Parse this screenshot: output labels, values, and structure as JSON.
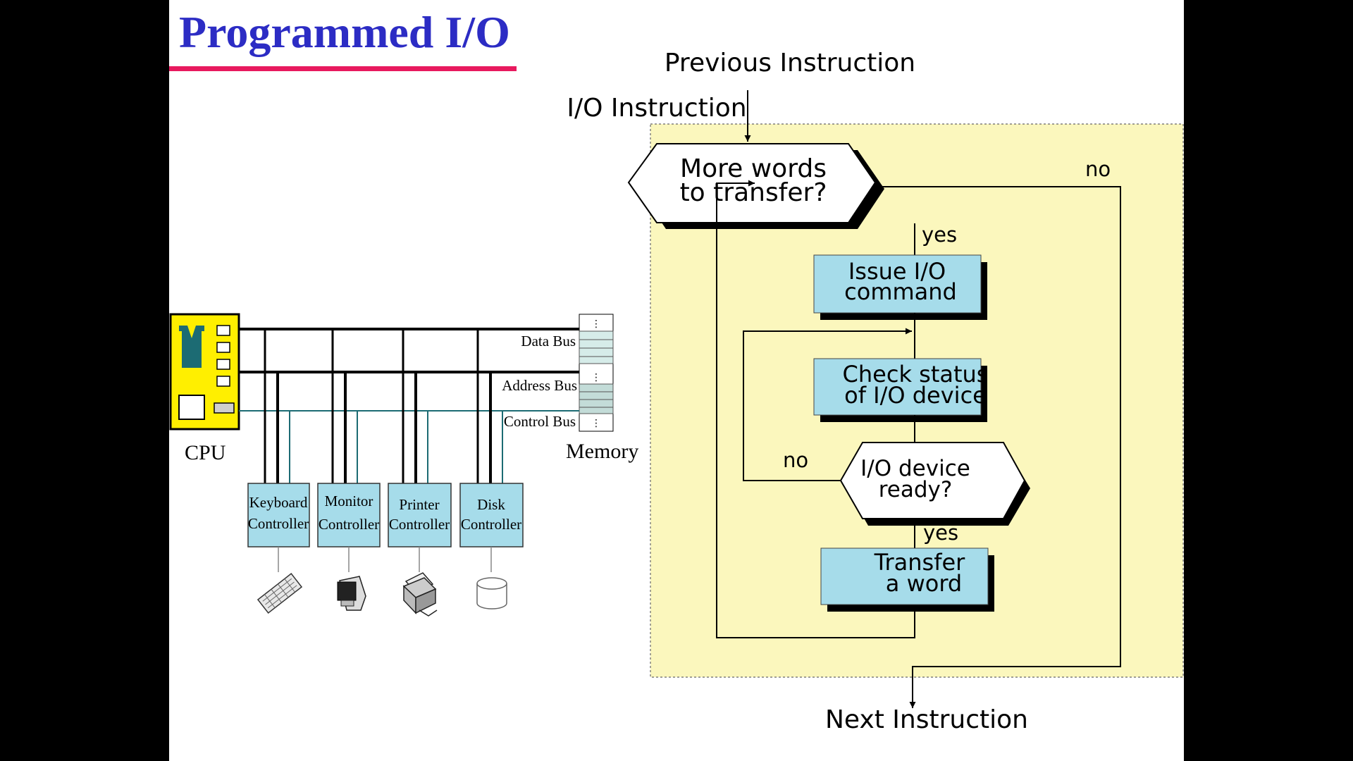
{
  "slide": {
    "title": "Programmed I/O"
  },
  "bus_diagram": {
    "cpu_label": "CPU",
    "memory_label": "Memory",
    "buses": {
      "data": "Data Bus",
      "address": "Address Bus",
      "control": "Control Bus"
    },
    "controllers": [
      {
        "line1": "Keyboard",
        "line2": "Controller"
      },
      {
        "line1": "Monitor",
        "line2": "Controller"
      },
      {
        "line1": "Printer",
        "line2": "Controller"
      },
      {
        "line1": "Disk",
        "line2": "Controller"
      }
    ],
    "devices": [
      "keyboard-icon",
      "monitor-icon",
      "printer-icon",
      "disk-icon"
    ]
  },
  "flowchart": {
    "previous": "Previous Instruction",
    "region_label": "I/O Instruction",
    "decision1": {
      "line1": "More words",
      "line2": "to transfer?"
    },
    "no1": "no",
    "yes1": "yes",
    "step1": {
      "line1": "Issue I/O",
      "line2": "command"
    },
    "step2": {
      "line1": "Check status",
      "line2": "of I/O device"
    },
    "decision2": {
      "line1": "I/O device",
      "line2": "ready?"
    },
    "no2": "no",
    "yes2": "yes",
    "step3": {
      "line1": "Transfer",
      "line2": "a word"
    },
    "next": "Next Instruction",
    "colors": {
      "region": "#fbf7bd",
      "process": "#a6dcea"
    }
  }
}
